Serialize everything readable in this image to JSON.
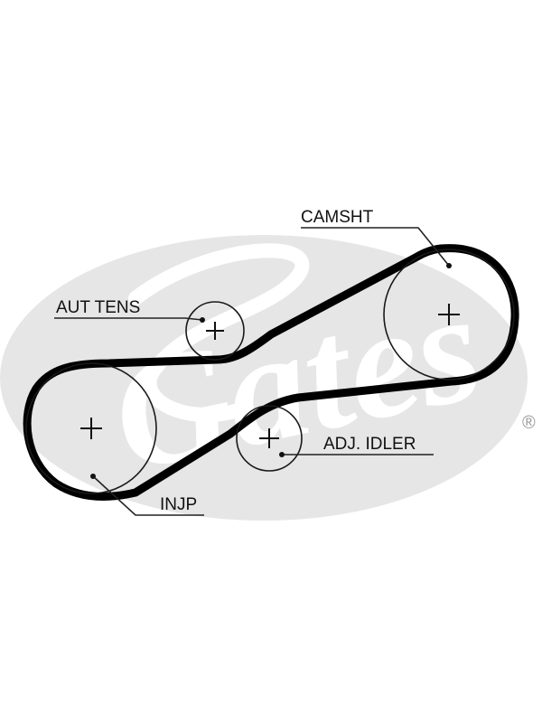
{
  "logo": {
    "text": "Gates",
    "registered_mark": "®",
    "color": "#e6e6e6"
  },
  "diagram": {
    "belt_color": "#000000",
    "labels": {
      "camshaft": "CAMSHT",
      "auto_tensioner": "AUT TENS",
      "adjustable_idler": "ADJ. IDLER",
      "injection_pump": "INJP"
    }
  }
}
